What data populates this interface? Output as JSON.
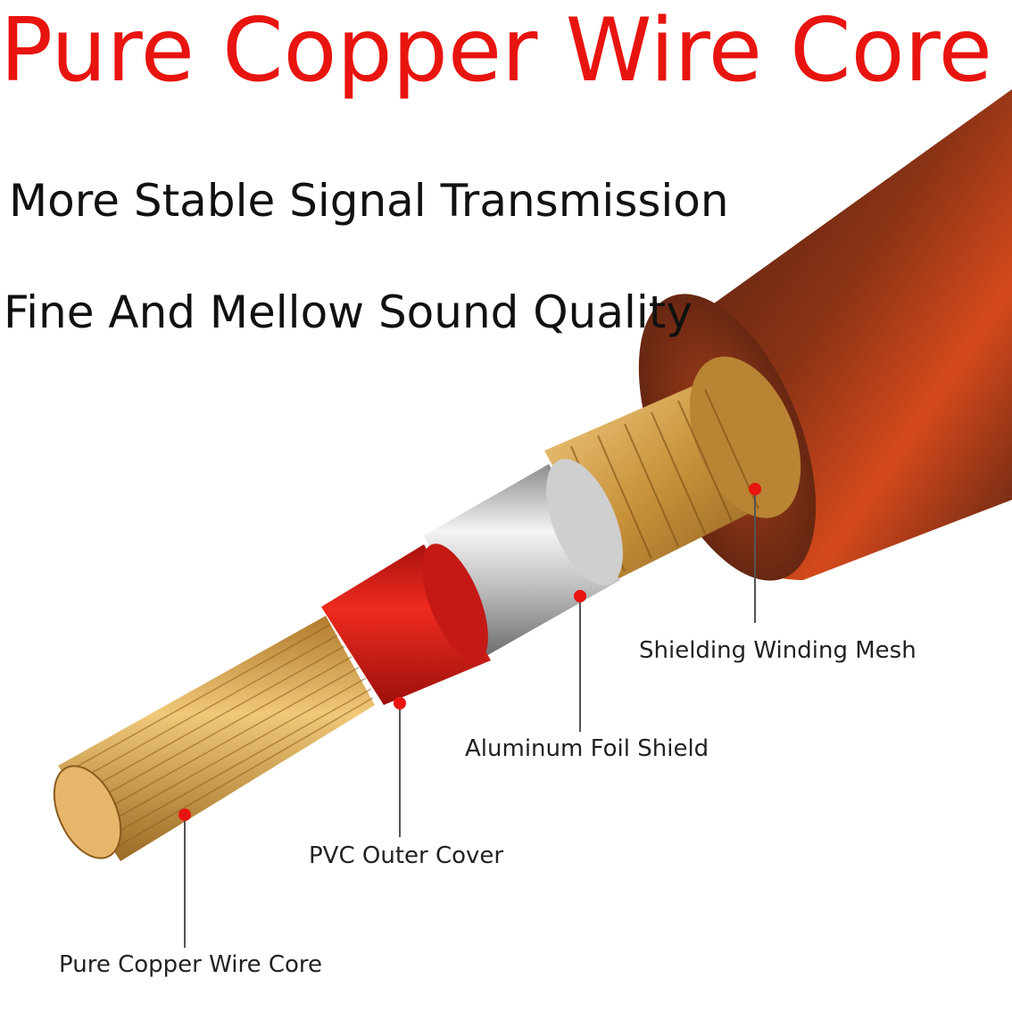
{
  "title": "Pure Copper Wire Core",
  "subtitles": [
    "More Stable Signal Transmission",
    "Fine And Mellow Sound Quality"
  ],
  "callouts": [
    {
      "label": "Shielding Winding Mesh"
    },
    {
      "label": "Aluminum Foil Shield"
    },
    {
      "label": "PVC Outer Cover"
    },
    {
      "label": "Pure Copper Wire Core"
    }
  ],
  "colors": {
    "title": "#e8140f",
    "marker": "#e8140f",
    "copper": "#c9923b",
    "copper_dark": "#8a5a1c",
    "insulation_red": "#d9201a",
    "foil": "#d6d6d6",
    "jacket": "#6a2a14",
    "jacket_glow": "#d4491c"
  }
}
